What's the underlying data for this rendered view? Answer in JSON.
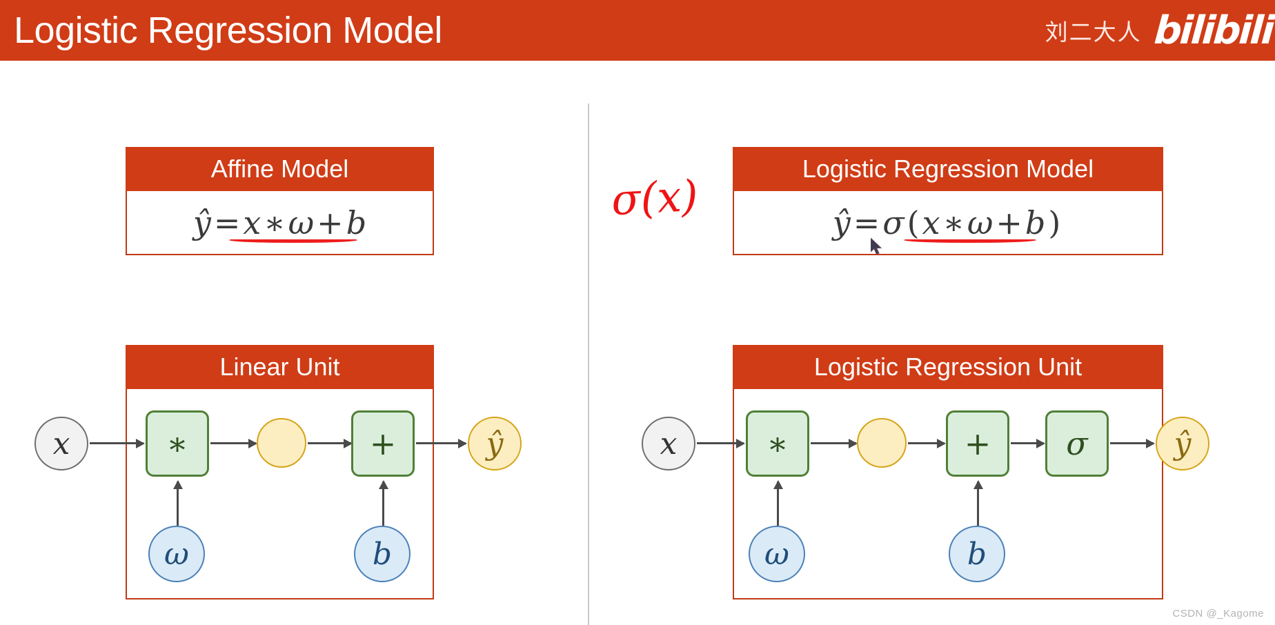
{
  "header": {
    "title": "Logistic Regression Model",
    "channel": "刘二大人",
    "logo": "bilibili",
    "bg_color": "#d03c16"
  },
  "annotation": {
    "handwritten_sigma": "σ(x)",
    "color": "#ef1414"
  },
  "left_panel": {
    "model_box": {
      "title": "Affine Model",
      "equation": {
        "lhs": "ŷ",
        "eq": "=",
        "terms": [
          "x",
          "∗",
          "ω",
          "+",
          "b"
        ],
        "full": "ŷ = x ∗ ω + b"
      },
      "underline_color": "#ee1d1d"
    },
    "unit_box": {
      "title": "Linear Unit",
      "input": "x",
      "output": "ŷ",
      "ops": [
        "∗",
        "+"
      ],
      "params": [
        "ω",
        "b"
      ],
      "intermediate": ""
    }
  },
  "right_panel": {
    "model_box": {
      "title": "Logistic Regression Model",
      "equation": {
        "lhs": "ŷ",
        "eq": "=",
        "fn": "σ",
        "terms": [
          "(",
          "x",
          "∗",
          "ω",
          "+",
          "b",
          ")"
        ],
        "full": "ŷ = σ(x ∗ ω + b)"
      },
      "underline_color": "#ee1d1d"
    },
    "unit_box": {
      "title": "Logistic Regression Unit",
      "input": "x",
      "output": "ŷ",
      "ops": [
        "∗",
        "+",
        "σ"
      ],
      "params": [
        "ω",
        "b"
      ],
      "intermediate": ""
    }
  },
  "footer": {
    "watermark": "CSDN @_Kagome"
  },
  "colors": {
    "brand_orange": "#d03c16",
    "box_border": "#c03a13",
    "green_fill": "#dbeedb",
    "green_stroke": "#4f7f37",
    "yellow_fill": "#fdeec2",
    "yellow_stroke": "#d6a419",
    "blue_fill": "#dbeaf7",
    "blue_stroke": "#4a81b8",
    "gray_fill": "#f2f2f2",
    "gray_stroke": "#6d6d6d",
    "arrow": "#4a4a4a",
    "marker_red": "#ee1d1d"
  }
}
